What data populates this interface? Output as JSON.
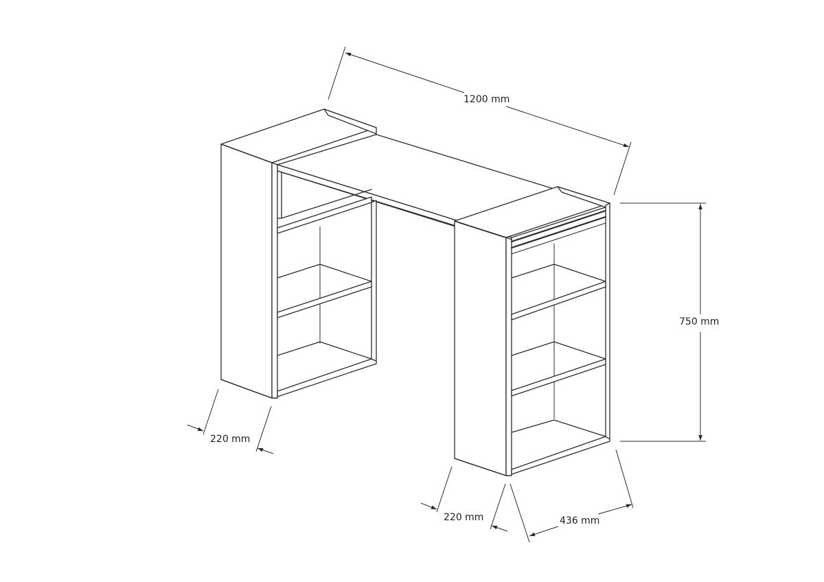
{
  "drawing": {
    "subject": "desk-with-two-bookcase-pedestals",
    "line_color": "#2a2a2a",
    "background_color": "#ffffff"
  },
  "dimensions": {
    "width": {
      "label": "1200 mm",
      "value": 1200,
      "unit": "mm"
    },
    "height": {
      "label": "750 mm",
      "value": 750,
      "unit": "mm"
    },
    "left_depth": {
      "label": "220 mm",
      "value": 220,
      "unit": "mm"
    },
    "right_depth": {
      "label": "220 mm",
      "value": 220,
      "unit": "mm"
    },
    "right_cabinet_width": {
      "label": "436 mm",
      "value": 436,
      "unit": "mm"
    }
  },
  "components": {
    "left_cabinet": {
      "open_compartments": 3,
      "shelves": 2
    },
    "right_cabinet": {
      "open_compartments": 3,
      "shelves": 2,
      "top_grooves": 2
    },
    "desktop": {
      "spans": "between-cabinets"
    }
  }
}
